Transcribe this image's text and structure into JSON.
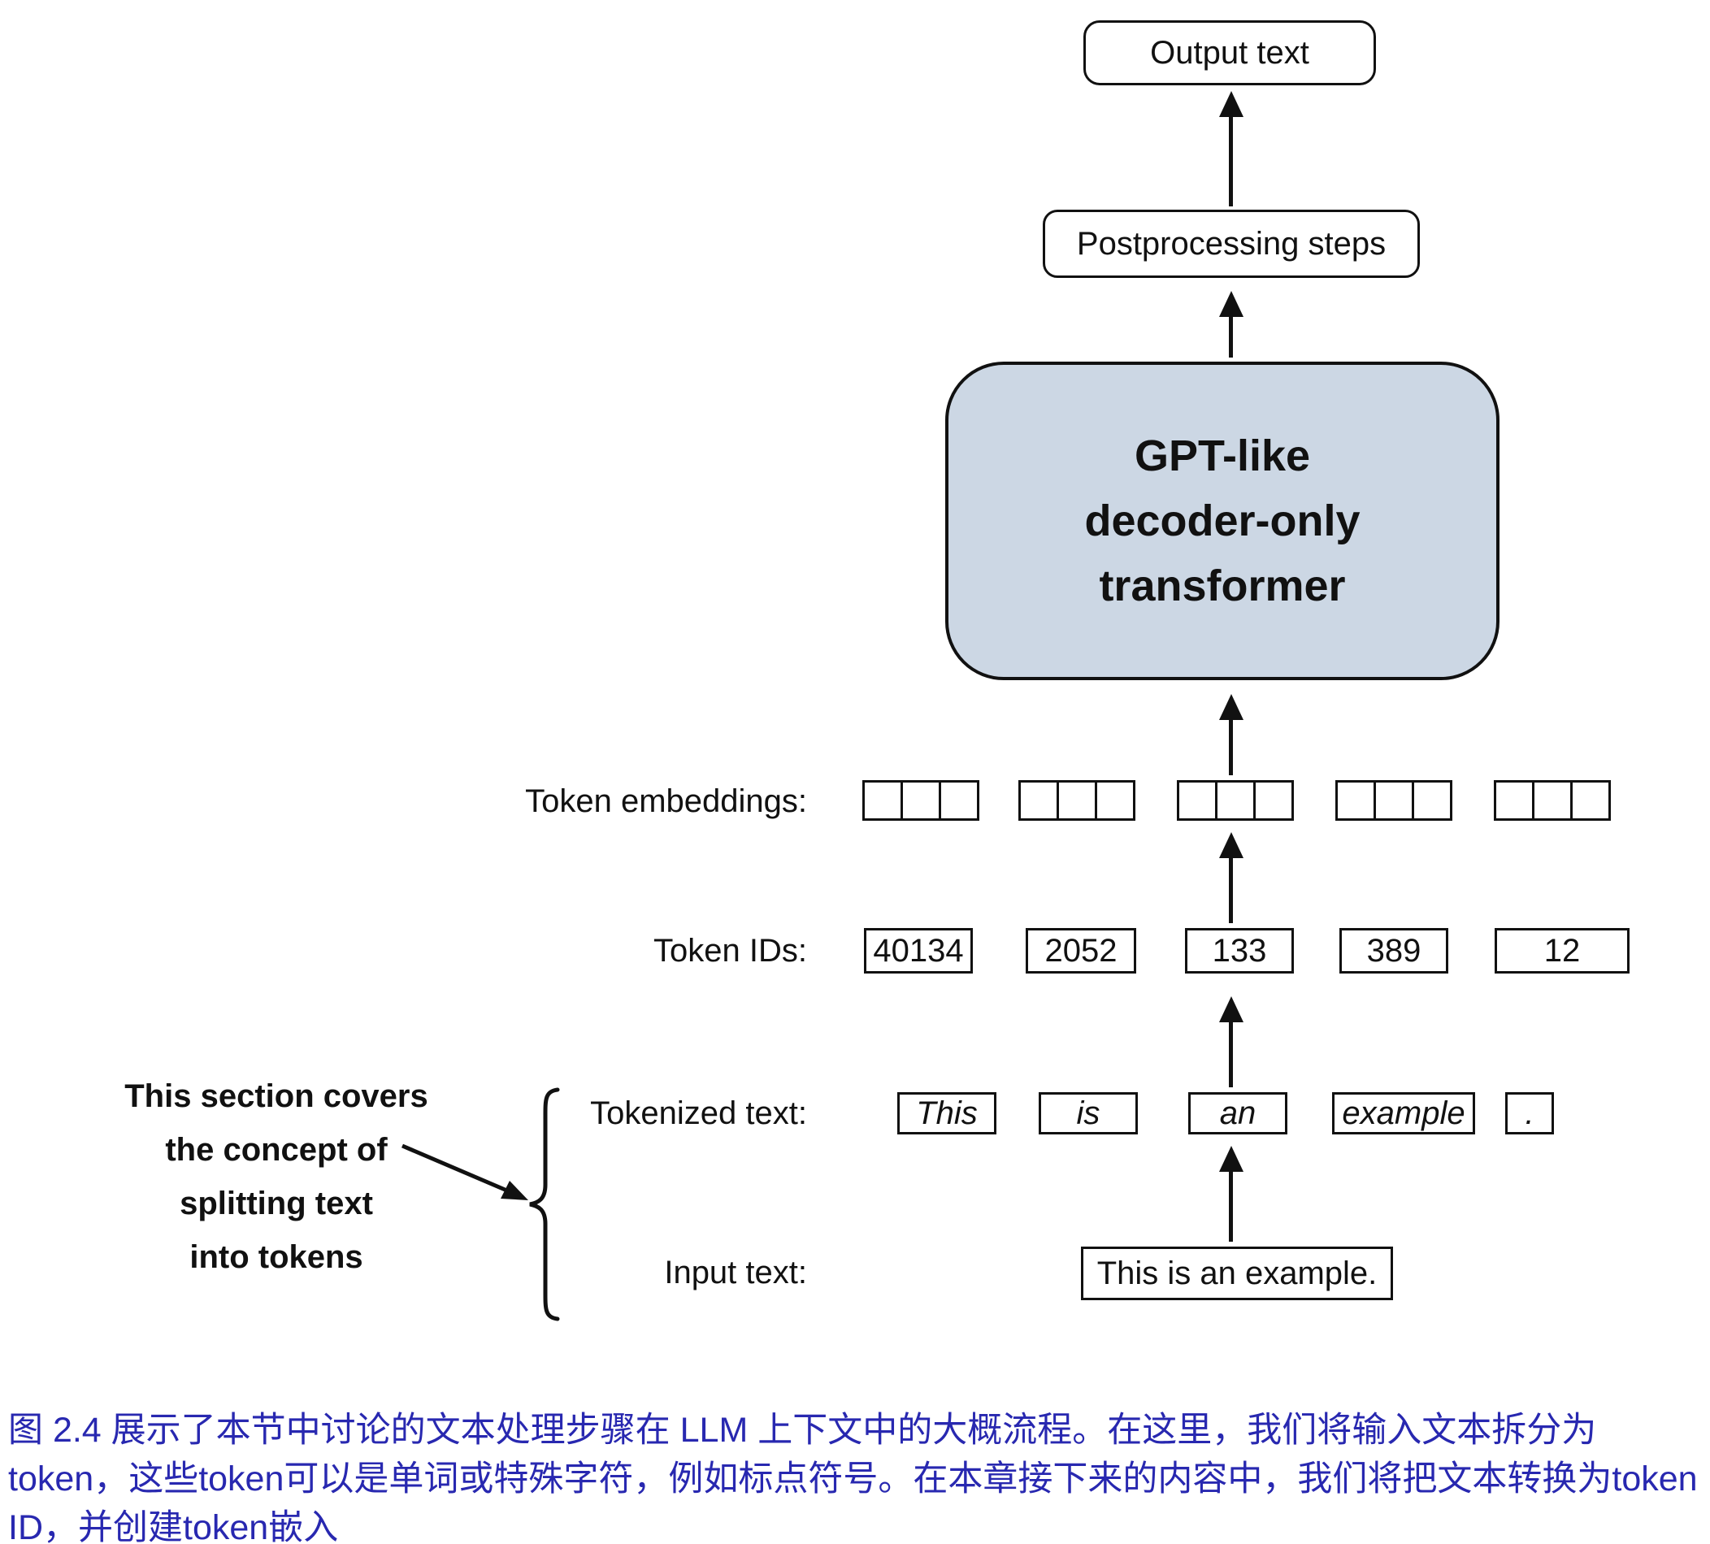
{
  "colors": {
    "caption_color": "#2828b0",
    "transformer_box_fill": "#ccd7e4",
    "line_color": "#111111"
  },
  "diagram": {
    "output_box_label": "Output text",
    "postprocessing_box_label": "Postprocessing steps",
    "transformer_box": {
      "line1": "GPT-like",
      "line2": "decoder-only",
      "line3": "transformer"
    },
    "labels": {
      "embeddings": "Token embeddings:",
      "token_ids": "Token IDs:",
      "tokenized": "Tokenized text:",
      "input": "Input text:"
    },
    "embedding_groups": 5,
    "squares_per_group": 3,
    "token_ids": [
      "40134",
      "2052",
      "133",
      "389",
      "12"
    ],
    "tokens": [
      "This",
      "is",
      "an",
      "example",
      "."
    ],
    "input_text": "This is an example."
  },
  "annotation": {
    "lines": [
      "This section covers",
      "the concept of",
      "splitting text",
      "into tokens"
    ]
  },
  "caption": "图 2.4 展示了本节中讨论的文本处理步骤在 LLM 上下文中的大概流程。在这里，我们将输入文本拆分为token，这些token可以是单词或特殊字符，例如标点符号。在本章接下来的内容中，我们将把文本转换为token ID，并创建token嵌入"
}
